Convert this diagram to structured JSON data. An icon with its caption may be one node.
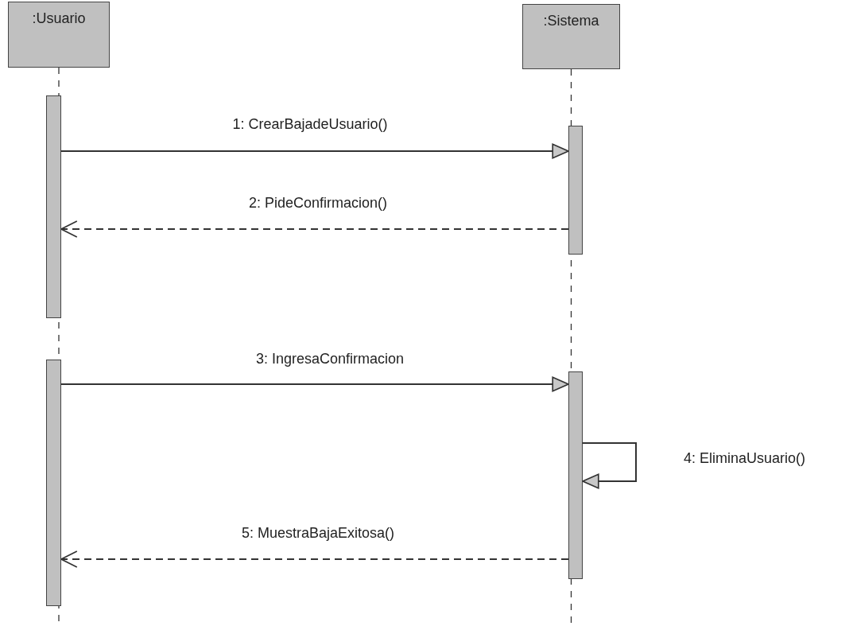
{
  "diagram": {
    "nodes": [
      {
        "text": [
          ":Usuario"
        ]
      },
      {
        "text": [
          ":Sistema"
        ]
      },
      {
        "text": [],
        "shape": "bar"
      },
      {
        "text": [],
        "shape": "bar"
      },
      {
        "text": [],
        "shape": "bar"
      },
      {
        "text": [],
        "shape": "bar"
      }
    ],
    "edges": [
      {
        "from": 2,
        "to": 3,
        "arrow": "to",
        "label": "1: CrearBajadeUsuario()"
      },
      {
        "from": 3,
        "to": 2,
        "arrow": "to",
        "label": "2: PideConfirmacion()",
        "style": "dashed"
      },
      {
        "from": 4,
        "to": 5,
        "arrow": "to",
        "label": "3: IngresaConfirmacion"
      },
      {
        "from": 5,
        "to": 5,
        "arrow": "to",
        "label": "4: EliminaUsuario()"
      },
      {
        "from": 5,
        "to": 4,
        "arrow": "to",
        "label": "5: MuestraBajaExitosa()",
        "style": "dashed"
      }
    ]
  }
}
